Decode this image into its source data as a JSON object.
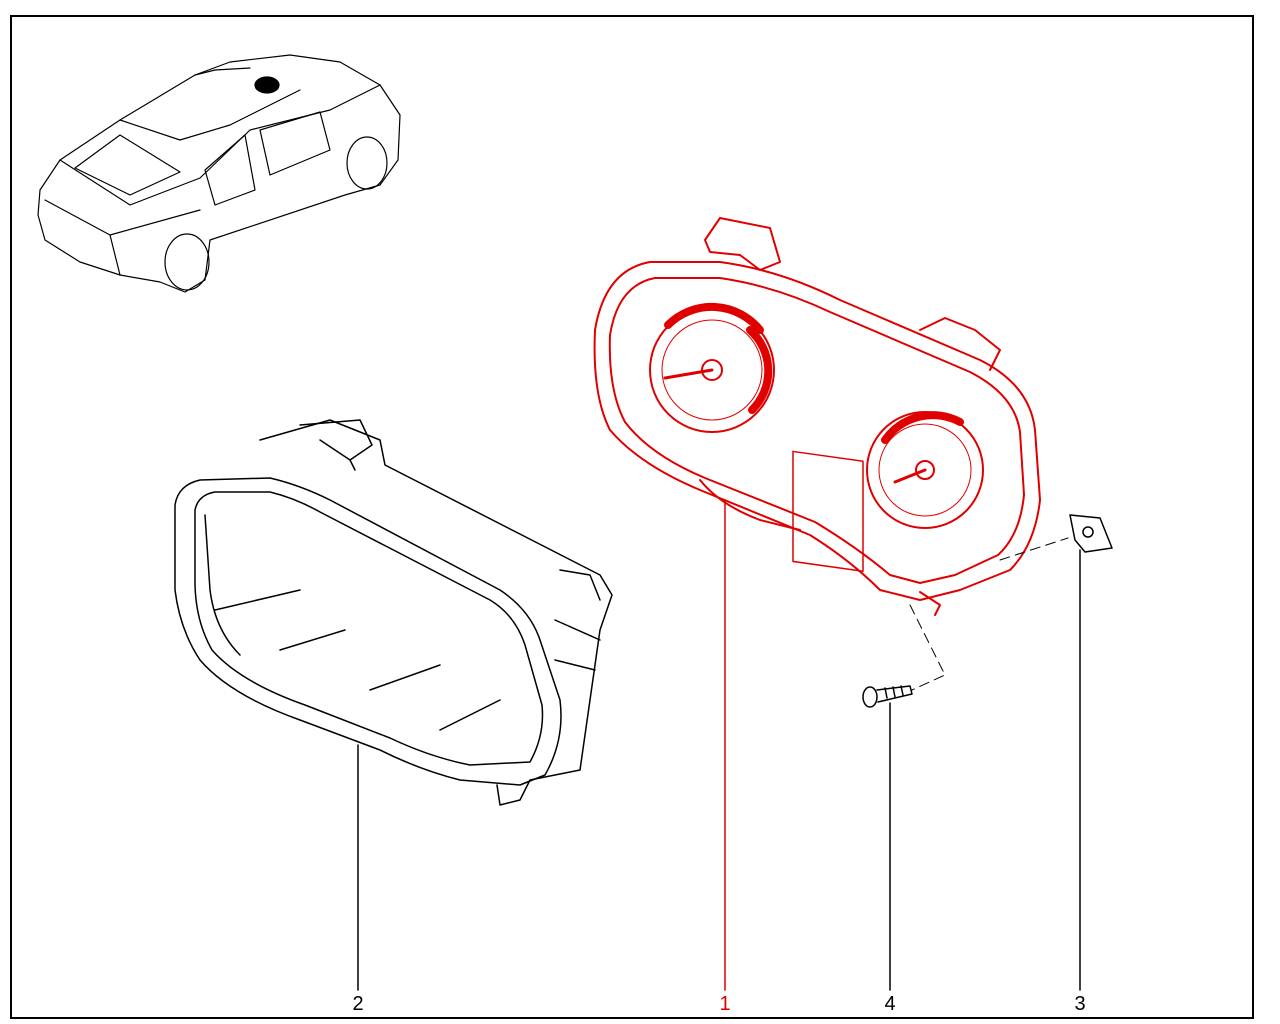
{
  "diagram": {
    "colors": {
      "highlight": "#e00000",
      "line": "#000000"
    },
    "callouts": [
      {
        "label": "2",
        "part": "instrument-cluster-bezel",
        "highlighted": false
      },
      {
        "label": "1",
        "part": "instrument-cluster",
        "highlighted": true
      },
      {
        "label": "4",
        "part": "screw",
        "highlighted": false
      },
      {
        "label": "3",
        "part": "clip-nut",
        "highlighted": false
      }
    ]
  }
}
